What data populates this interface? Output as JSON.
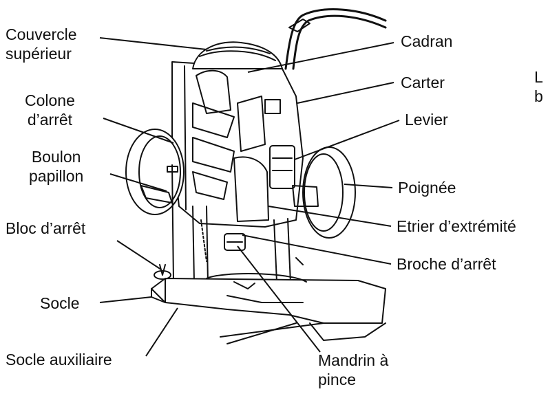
{
  "labels": {
    "couvercle": [
      "Couvercle",
      "supérieur"
    ],
    "colone": [
      "Colone",
      "d’arrêt"
    ],
    "boulon": [
      "Boulon",
      "papillon"
    ],
    "bloc": [
      "Bloc d’arrêt"
    ],
    "socle": [
      "Socle"
    ],
    "socle_aux": [
      "Socle auxiliaire"
    ],
    "cadran": [
      "Cadran"
    ],
    "carter": [
      "Carter"
    ],
    "levier": [
      "Levier"
    ],
    "poignee": [
      "Poignée"
    ],
    "etrier": [
      "Etrier d’extrémité"
    ],
    "broche": [
      "Broche d’arrêt"
    ],
    "mandrin": [
      "Mandrin à",
      "pince"
    ]
  },
  "edge_text": [
    "L",
    "b"
  ],
  "colors": {
    "line": "#111111",
    "background": "#ffffff"
  }
}
